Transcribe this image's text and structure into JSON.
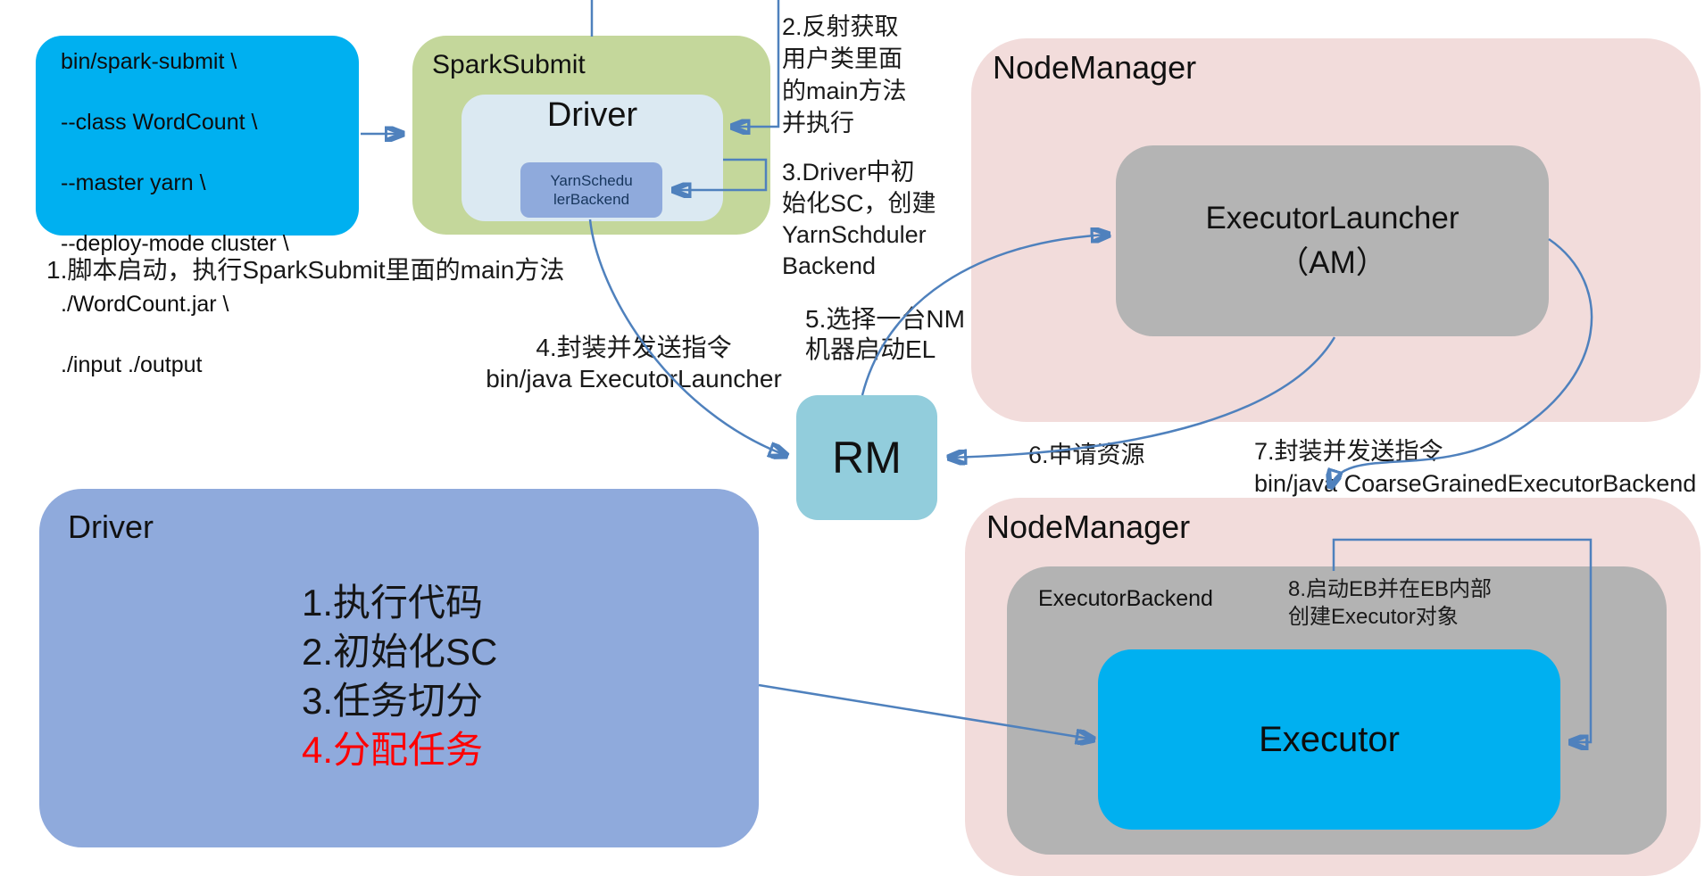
{
  "cmd_box": {
    "lines": [
      "bin/spark-submit \\",
      "--class WordCount \\",
      "--master yarn \\",
      "--deploy-mode cluster \\",
      "./WordCount.jar \\",
      "./input ./output"
    ]
  },
  "spark_submit": {
    "title": "SparkSubmit",
    "driver_title": "Driver",
    "ysb_lines": [
      "YarnSchedu",
      "lerBackend"
    ]
  },
  "rm": {
    "label": "RM"
  },
  "nodemanager_top": {
    "title": "NodeManager",
    "executor_launcher_lines": [
      "ExecutorLauncher",
      "（AM）"
    ]
  },
  "nodemanager_bottom": {
    "title": "NodeManager",
    "executor_backend_label": "ExecutorBackend",
    "executor_label": "Executor"
  },
  "driver_bottom": {
    "title": "Driver",
    "items": [
      "1.执行代码",
      "2.初始化SC",
      "3.任务切分",
      "4.分配任务"
    ]
  },
  "annotations": {
    "step1": "1.脚本启动，执行SparkSubmit里面的main方法",
    "step2_lines": [
      "2.反射获取",
      "用户类里面",
      "的main方法",
      "并执行"
    ],
    "step3_lines": [
      "3.Driver中初",
      "始化SC，创建",
      "YarnSchduler",
      "Backend"
    ],
    "step4_lines": [
      "4.封装并发送指令",
      "bin/java ExecutorLauncher"
    ],
    "step5_lines": [
      "5.选择一台NM",
      "机器启动EL"
    ],
    "step6": "6.申请资源",
    "step7_lines": [
      "7.封装并发送指令",
      "bin/java CoarseGrainedExecutorBackend"
    ],
    "step8_lines": [
      "8.启动EB并在EB内部",
      "创建Executor对象"
    ]
  },
  "colors": {
    "cyan_box": "#00b0f0",
    "green_box": "#c4d79b",
    "pale_blue_box": "#dbe9f2",
    "blue_box": "#8faadc",
    "teal_box": "#92cddc",
    "pink_box": "#f2dcdb",
    "gray_box": "#b3b3b3",
    "arrow": "#4f81bd",
    "highlight_text": "#ff0000"
  }
}
